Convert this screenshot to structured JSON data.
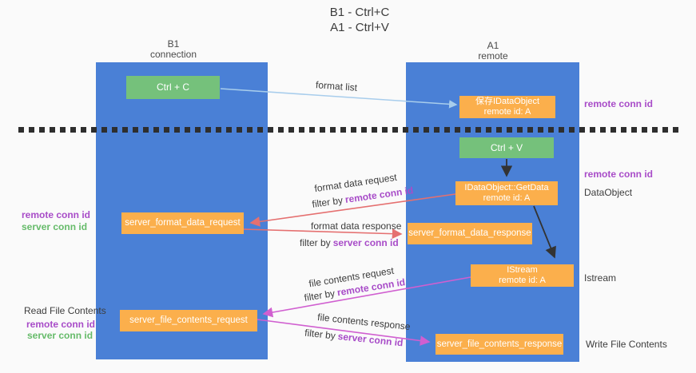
{
  "title": {
    "line1": "B1 - Ctrl+C",
    "line2": "A1 - Ctrl+V"
  },
  "lanes": {
    "left": {
      "title": "B1",
      "subtitle": "connection"
    },
    "right": {
      "title": "A1",
      "subtitle": "remote"
    }
  },
  "boxes": {
    "ctrl_c": {
      "label": "Ctrl + C"
    },
    "ctrl_v": {
      "label": "Ctrl + V"
    },
    "save_idataobject": {
      "line1": "保存IDataObject",
      "line2": "remote id: A"
    },
    "idataobject_getdata": {
      "line1": "IDataObject::GetData",
      "line2": "remote id: A"
    },
    "istream": {
      "line1": "IStream",
      "line2": "remote id: A"
    },
    "server_format_data_request": {
      "label": "server_format_data_request"
    },
    "server_format_data_response": {
      "label": "server_format_data_response"
    },
    "server_file_contents_request": {
      "label": "server_file_contents_request"
    },
    "server_file_contents_response": {
      "label": "server_file_contents_response"
    }
  },
  "arrow_labels": {
    "format_list": "format list",
    "format_data_request": "format data request",
    "format_data_response": "format data response",
    "file_contents_request": "file contents request",
    "file_contents_response": "file contents response",
    "filter_by": "filter by",
    "remote_conn_id": "remote conn id",
    "server_conn_id": "server conn id"
  },
  "side_labels": {
    "left_remote_conn_id": "remote conn id",
    "left_server_conn_id": "server conn id",
    "read_file_contents": "Read File Contents",
    "read_remote_conn_id": "remote conn id",
    "read_server_conn_id": "server conn id",
    "right_remote_conn_id_top": "remote conn id",
    "right_remote_conn_id_mid": "remote conn id",
    "dataobject": "DataObject",
    "istream": "Istream",
    "write_file_contents": "Write File Contents"
  },
  "colors": {
    "lane_blue": "#4a80d6",
    "box_green": "#75c17b",
    "box_orange": "#fbaf4c",
    "purple_text": "#a84cc8",
    "green_text": "#66bb6a",
    "arrow_salmon": "#e57070",
    "arrow_magenta": "#d05fd0",
    "arrow_lightblue": "#a8cdec",
    "arrow_black": "#333333",
    "dash_black": "#2e2e2e"
  }
}
